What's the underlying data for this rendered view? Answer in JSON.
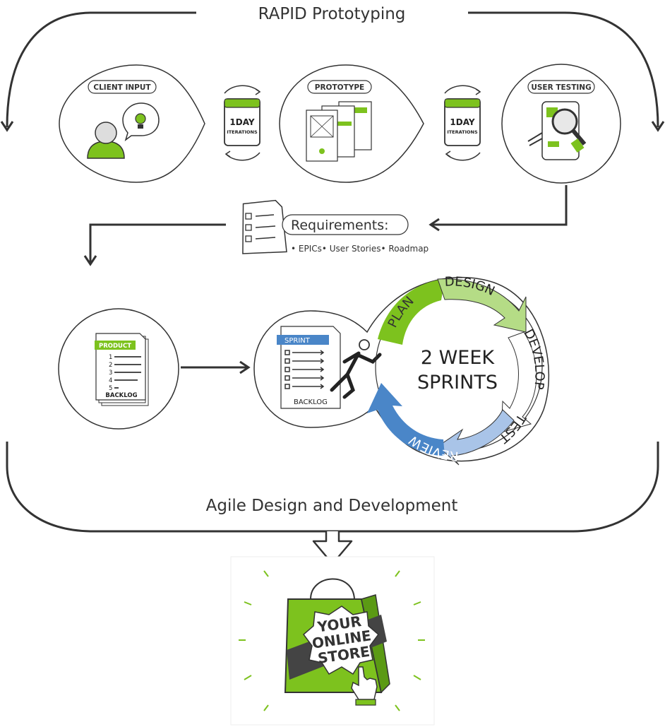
{
  "colors": {
    "green": "#7dc21e",
    "green_light": "#b5dc86",
    "blue": "#4a86c8",
    "blue_light": "#a9c4e8",
    "dark": "#333333"
  },
  "rapid": {
    "title": "RAPID Prototyping",
    "client_input_label": "CLIENT INPUT",
    "prototype_label": "PROTOTYPE",
    "user_testing_label": "USER TESTING",
    "calendar_line1": "1DAY",
    "calendar_line2": "ITERATIONS"
  },
  "requirements": {
    "label": "Requirements:",
    "items_text": "• EPICs• User Stories• Roadmap"
  },
  "product_backlog": {
    "header": "PRODUCT",
    "footer": "BACKLOG",
    "numbers": [
      "1",
      "2",
      "3",
      "4",
      "5"
    ]
  },
  "sprint_backlog": {
    "header": "SPRINT",
    "footer": "BACKLOG"
  },
  "sprint_cycle": {
    "line1": "2 WEEK",
    "line2": "SPRINTS",
    "phases": [
      "PLAN",
      "DESIGN",
      "DEVELOP",
      "TEST",
      "REVIEW"
    ]
  },
  "agile": {
    "title": "Agile Design and Development"
  },
  "store": {
    "line1": "YOUR",
    "line2": "ONLINE",
    "line3": "STORE"
  }
}
